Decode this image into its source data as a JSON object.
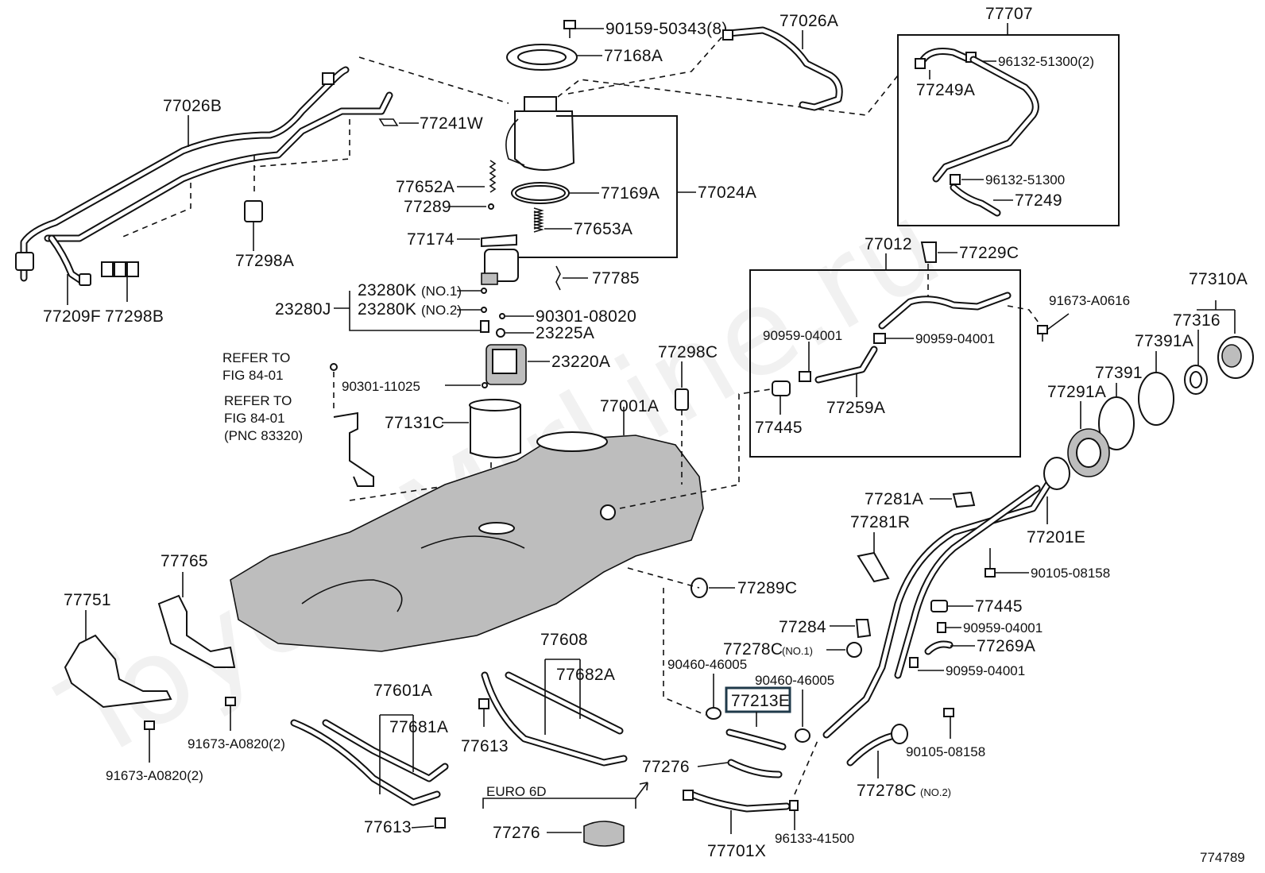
{
  "watermark": "ToyotaMirLine.ru",
  "figure_id": "774789",
  "highlighted_part": "77213E",
  "refer_notes": {
    "note1": [
      "REFER TO",
      "FIG 84-01"
    ],
    "note2": [
      "REFER TO",
      "FIG 84-01",
      "(PNC 83320)"
    ]
  },
  "euro_label": "EURO 6D",
  "labels": {
    "p90159": "90159-50343(8)",
    "p77026A": "77026A",
    "p77707": "77707",
    "p77168A": "77168A",
    "p96132_2": "96132-51300(2)",
    "p77249A": "77249A",
    "p77026B": "77026B",
    "p77241W": "77241W",
    "p96132": "96132-51300",
    "p77249": "77249",
    "p77652A": "77652A",
    "p77169A": "77169A",
    "p77024A": "77024A",
    "p77289": "77289",
    "p77653A": "77653A",
    "p77174": "77174",
    "p77298A": "77298A",
    "p77012": "77012",
    "p77229C": "77229C",
    "p77785": "77785",
    "p77310A": "77310A",
    "p23280K1": "23280K",
    "p23280K1_note": "(NO.1)",
    "p91673_A0616": "91673-A0616",
    "p23280J": "23280J",
    "p23280K2": "23280K",
    "p23280K2_note": "(NO.2)",
    "p90301_08020": "90301-08020",
    "p77316": "77316",
    "p77209F": "77209F",
    "p77298B": "77298B",
    "p23225A": "23225A",
    "p90959a": "90959-04001",
    "p90959b": "90959-04001",
    "p77391A": "77391A",
    "p23220A": "23220A",
    "p77298C": "77298C",
    "p77391": "77391",
    "p90301_11025": "90301-11025",
    "p77291A": "77291A",
    "p77001A": "77001A",
    "p77259A": "77259A",
    "p77131C": "77131C",
    "p77445a": "77445",
    "p77281A": "77281A",
    "p77281R": "77281R",
    "p77201E": "77201E",
    "p77765": "77765",
    "p90105a": "90105-08158",
    "p77289C": "77289C",
    "p77751": "77751",
    "p77445b": "77445",
    "p77284": "77284",
    "p90959c": "90959-04001",
    "p77608": "77608",
    "p77278C1": "77278C",
    "p77278C1_note": "(NO.1)",
    "p77269A": "77269A",
    "p90460a": "90460-46005",
    "p77682A": "77682A",
    "p90959d": "90959-04001",
    "p90460b": "90460-46005",
    "p77601A": "77601A",
    "p77681A": "77681A",
    "p77613a": "77613",
    "p91673_1": "91673-A0820(2)",
    "p90105b": "90105-08158",
    "p77276a": "77276",
    "p91673_2": "91673-A0820(2)",
    "p77278C2": "77278C",
    "p77278C2_note": "(NO.2)",
    "p77613b": "77613",
    "p77276b": "77276",
    "p96133": "96133-41500",
    "p77701X": "77701X"
  },
  "colors": {
    "ink": "#111111",
    "tank_fill": "#bdbdbd",
    "highlight_border": "#1f3a4a",
    "watermark": "#d8d8d8"
  }
}
